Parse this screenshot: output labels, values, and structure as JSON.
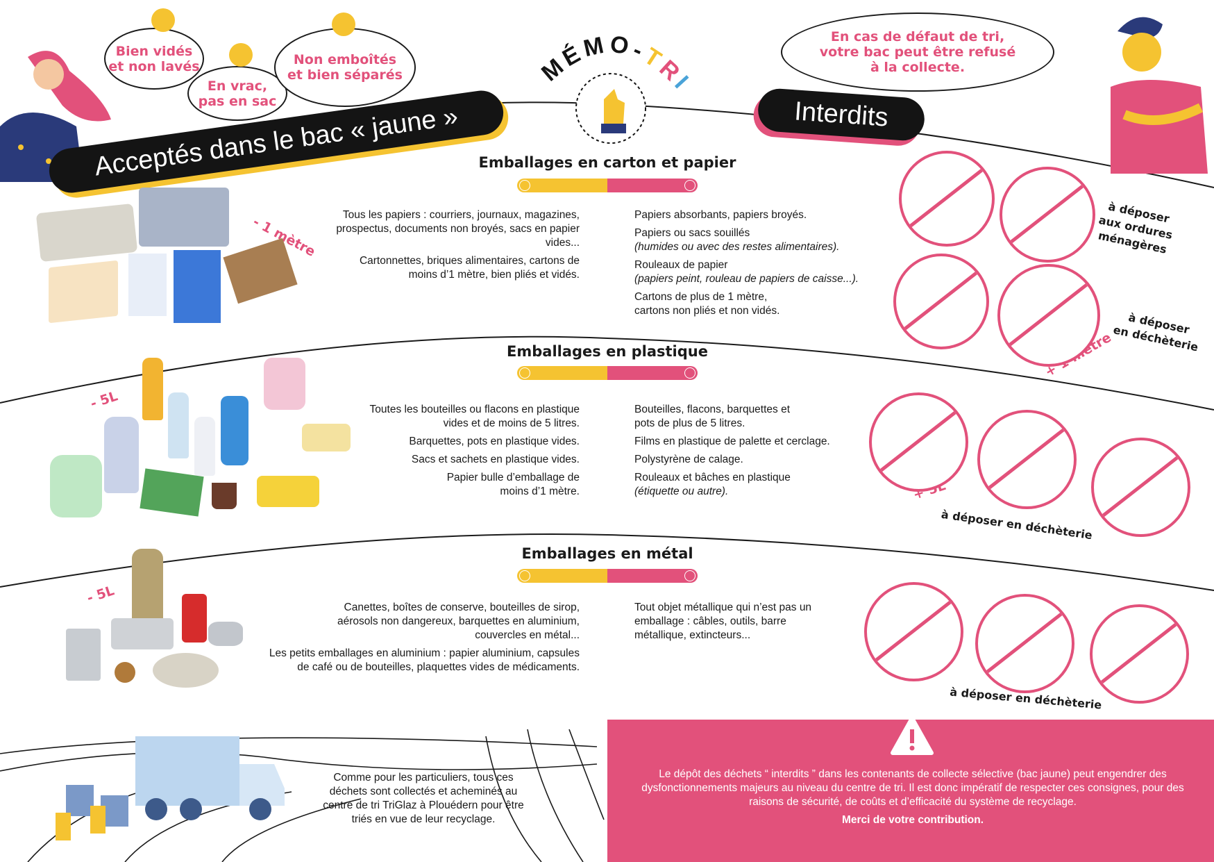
{
  "logo": {
    "text_top": "MÉMO-TRI"
  },
  "bubbles": {
    "b1": "Bien vidés\net non lavés",
    "b2": "En vrac,\npas en sac",
    "b3": "Non emboîtés\net bien séparés",
    "b4": "En cas de défaut de tri,\nvotre bac peut être refusé\nà la collecte."
  },
  "banners": {
    "accepted": "Acceptés dans le bac « jaune »",
    "forbidden": "Interdits"
  },
  "sections": [
    {
      "title": "Emballages en carton et papier",
      "accepted": [
        {
          "text": "Tous les papiers : courriers, journaux, magazines, prospectus, documents non broyés, sacs en papier vides..."
        },
        {
          "text": "Cartonnettes, briques alimentaires, cartons de moins d’1 mètre, bien pliés et vidés."
        }
      ],
      "forbidden": [
        {
          "text": "Papiers absorbants, papiers broyés.",
          "note": ""
        },
        {
          "text": "Papiers ou sacs souillés",
          "note": "(humides ou avec des restes alimentaires)."
        },
        {
          "text": "Rouleaux de papier",
          "note": "(papiers peint, rouleau de papiers de caisse...)."
        },
        {
          "text": "Cartons de plus de 1 mètre, cartons non pliés et non vidés.",
          "note": ""
        }
      ],
      "size_tag": "- 1 mètre",
      "forbidden_tag": "+ 1 mètre",
      "deposit_1": "à déposer\naux ordures\nménagères",
      "deposit_2": "à déposer\nen déchèterie"
    },
    {
      "title": "Emballages en plastique",
      "accepted": [
        {
          "text": "Toutes les bouteilles ou flacons en plastique vides et de moins de 5 litres."
        },
        {
          "text": "Barquettes, pots en plastique vides."
        },
        {
          "text": "Sacs et sachets en plastique vides."
        },
        {
          "text": "Papier bulle d’emballage de moins d’1 mètre."
        }
      ],
      "forbidden": [
        {
          "text": "Bouteilles, flacons, barquettes et pots de plus de 5 litres.",
          "note": ""
        },
        {
          "text": "Films en plastique de palette et cerclage.",
          "note": ""
        },
        {
          "text": "Polystyrène de calage.",
          "note": ""
        },
        {
          "text": "Rouleaux et bâches en plastique",
          "note": "(étiquette ou autre)."
        }
      ],
      "size_tag": "- 5L",
      "forbidden_tag": "+ 5L",
      "deposit_1": "à déposer en déchèterie"
    },
    {
      "title": "Emballages en métal",
      "accepted": [
        {
          "text": "Canettes, boîtes de conserve, bouteilles de sirop, aérosols non dangereux, barquettes en aluminium, couvercles en métal..."
        },
        {
          "text": "Les petits emballages en aluminium : papier aluminium, capsules de café ou de bouteilles, plaquettes vides de médicaments."
        }
      ],
      "forbidden": [
        {
          "text": "Tout objet métallique qui n’est pas un emballage : câbles, outils, barre métallique, extincteurs...",
          "note": ""
        }
      ],
      "size_tag": "- 5L",
      "deposit_1": "à déposer en déchèterie"
    }
  ],
  "footer": {
    "left": "Comme pour les particuliers, tous ces déchets sont collectés et acheminés au centre de tri TriGlaz à Plouédern pour être triés en vue de leur recyclage.",
    "right": "Le dépôt des déchets “ interdits ” dans les contenants de collecte sélective (bac jaune) peut engendrer des dysfonctionnements majeurs au niveau du centre de tri. Il est donc impératif de respecter ces consignes, pour des raisons de sécurité, de coûts et d’efficacité du système de recyclage.",
    "thanks": "Merci de votre contribution.",
    "warning_icon": "warning-icon"
  },
  "colors": {
    "pink": "#e2517b",
    "yellow": "#f5c331",
    "black": "#141414"
  }
}
